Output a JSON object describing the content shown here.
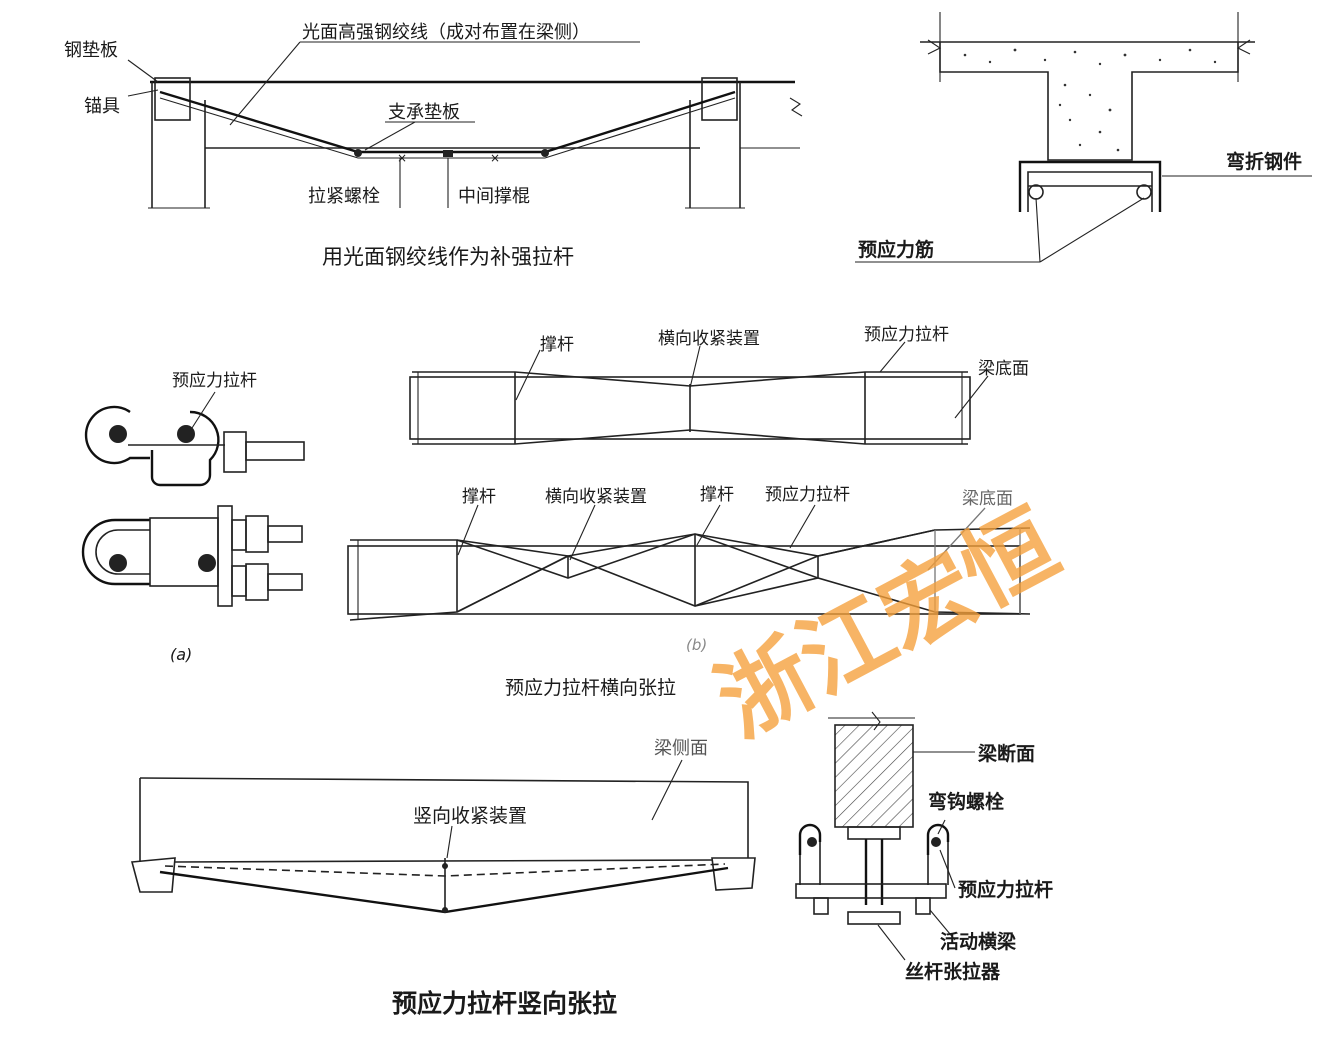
{
  "diagram1": {
    "labels": {
      "strand": "光面高强钢绞线（成对布置在梁侧）",
      "steel_plate": "钢垫板",
      "anchor": "锚具",
      "support_plate": "支承垫板",
      "tension_bolt": "拉紧螺栓",
      "middle_strut": "中间撑棍"
    },
    "caption": "用光面钢绞线作为补强拉杆"
  },
  "diagram2": {
    "labels": {
      "bent_steel": "弯折钢件",
      "prestress_bar": "预应力筋"
    }
  },
  "diagram3": {
    "label_a": "预应力拉杆",
    "sub_a": "(a)",
    "top_labels": {
      "strut": "撑杆",
      "lateral_device": "横向收紧装置",
      "tie": "预应力拉杆",
      "beam_bottom": "梁底面"
    },
    "bottom_labels": {
      "strut1": "撑杆",
      "lateral_device": "横向收紧装置",
      "strut2": "撑杆",
      "tie": "预应力拉杆",
      "beam_bottom": "梁底面"
    },
    "sub_b": "(b)",
    "caption": "预应力拉杆横向张拉"
  },
  "diagram4": {
    "labels": {
      "beam_side": "梁侧面",
      "vertical_device": "竖向收紧装置"
    },
    "caption": "预应力拉杆竖向张拉"
  },
  "diagram5": {
    "labels": {
      "beam_section": "梁断面",
      "hook_bolt": "弯钩螺栓",
      "tie": "预应力拉杆",
      "movable_beam": "活动横梁",
      "screw_tensioner": "丝杆张拉器"
    }
  },
  "watermark": {
    "text": "浙江宏恒",
    "color": "#f6a03a"
  }
}
